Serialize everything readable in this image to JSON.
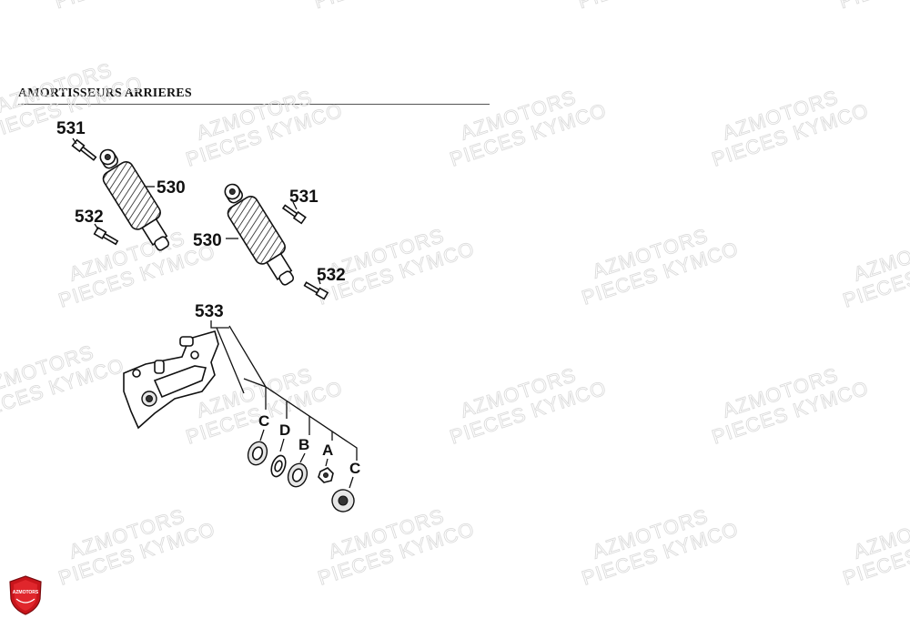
{
  "title": "AMORTISSEURS ARRIERES",
  "watermark": {
    "line1": "AZMOTORS",
    "line2": "PIECES KYMCO"
  },
  "parts": {
    "bolt_upper_left": "531",
    "shock_left": "530",
    "bolt_lower_left": "532",
    "bolt_upper_right": "531",
    "shock_right": "530",
    "bolt_lower_right": "532",
    "bracket_assembly": "533",
    "sub_c1": "C",
    "sub_d": "D",
    "sub_b": "B",
    "sub_a": "A",
    "sub_c2": "C"
  },
  "logo": {
    "text": "AZMOTORS",
    "color": "#c8151b"
  }
}
